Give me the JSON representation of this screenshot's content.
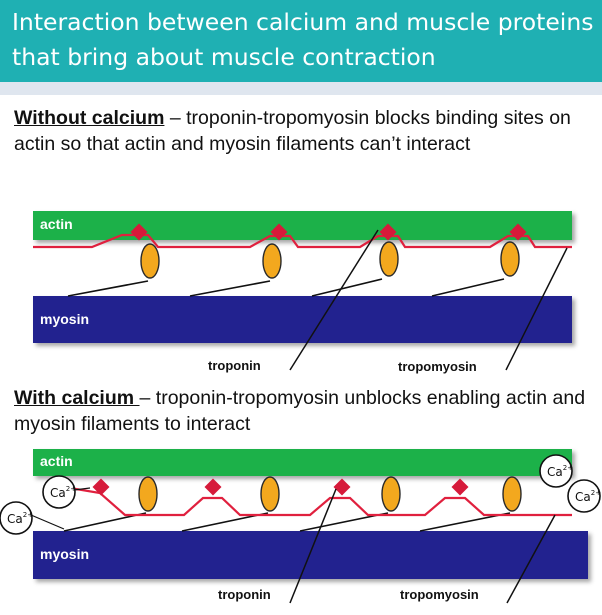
{
  "title": "Interaction between calcium and muscle proteins that bring about muscle contraction",
  "without": {
    "heading": "Without calcium",
    "text": " – troponin-tropomyosin blocks binding sites on actin so that actin and myosin filaments can’t interact",
    "actin_label": "actin",
    "myosin_label": "myosin",
    "troponin_label": "troponin",
    "tropomyosin_label": "tropomyosin"
  },
  "with": {
    "heading": "With calcium ",
    "text": "– troponin-tropomyosin unblocks enabling actin and myosin filaments to interact",
    "actin_label": "actin",
    "myosin_label": "myosin",
    "troponin_label": "troponin",
    "tropomyosin_label": "tropomyosin",
    "calcium_label": "Ca",
    "calcium_charge": "2+"
  },
  "colors": {
    "title_bg": "#1fb0b3",
    "actin": "#1fb14a",
    "myosin": "#24248f",
    "tropomyosin": "#e0203e",
    "troponin": "#d61a3a",
    "myosin_head": "#f3a81e"
  }
}
